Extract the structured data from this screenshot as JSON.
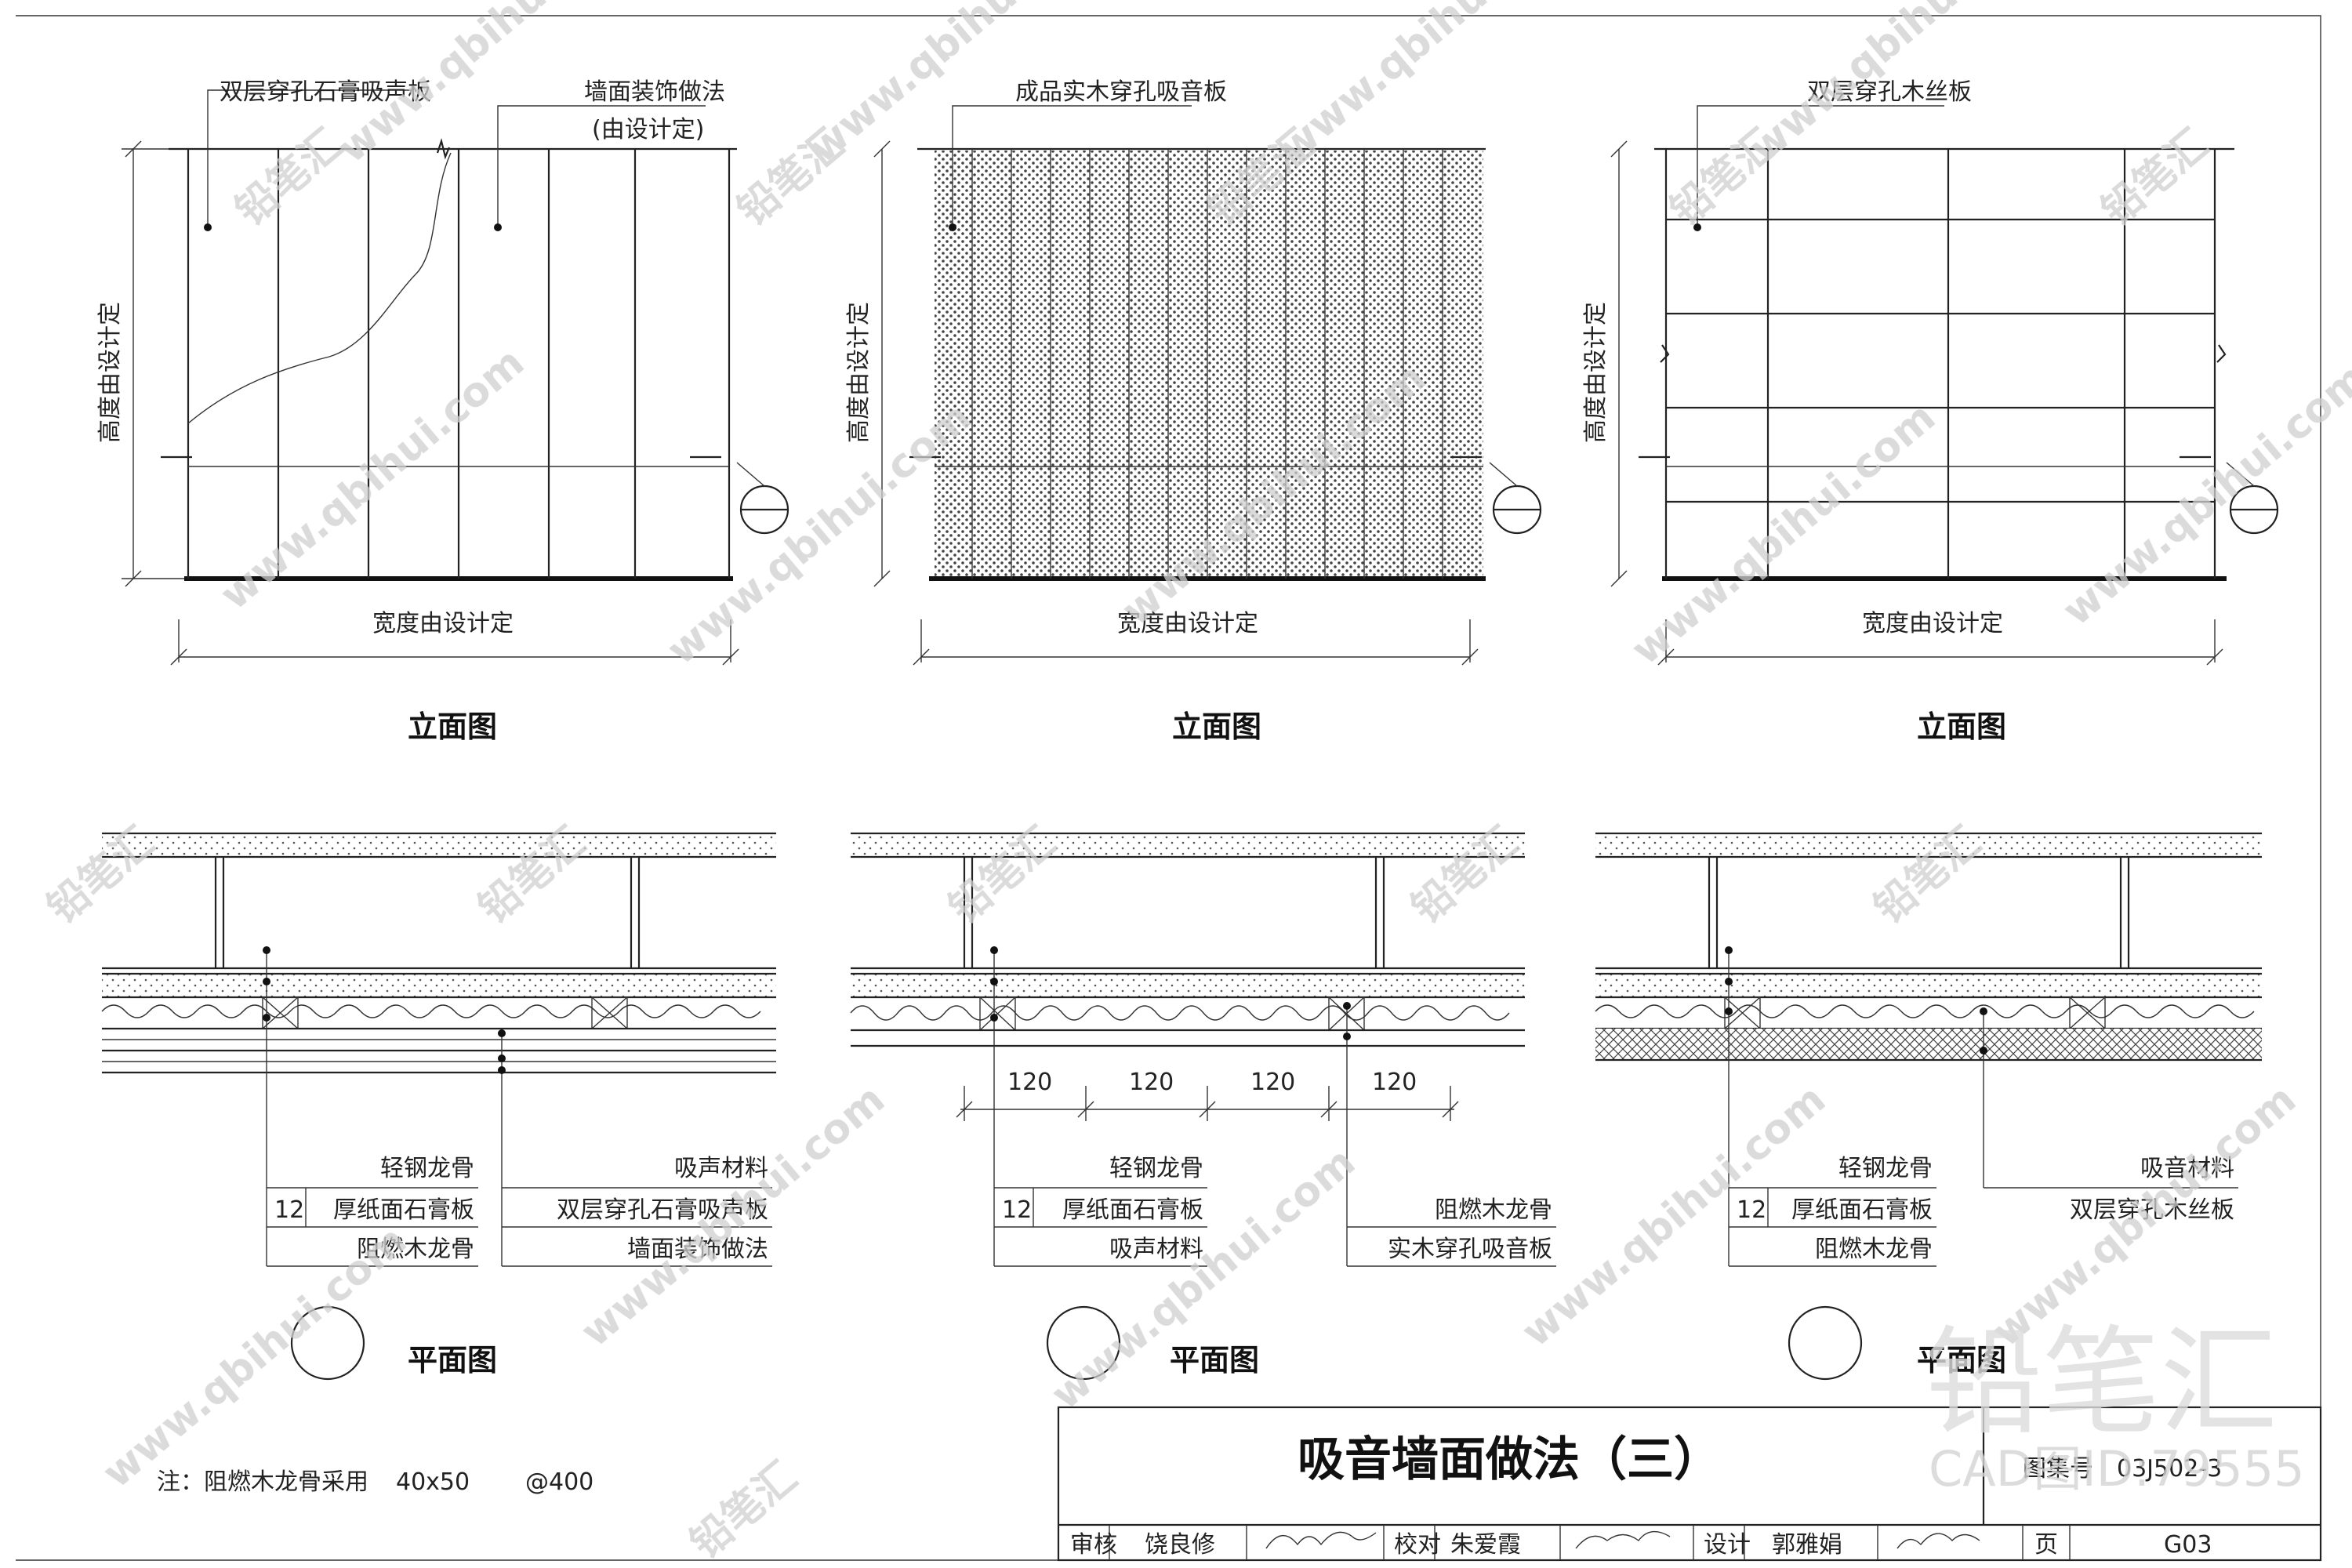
{
  "sheet": {
    "title": "吸音墙面做法（三）",
    "atlas_label": "图集号",
    "atlas_no": "03J502-3",
    "note_prefix": "注：阻燃木龙骨采用",
    "note_size": "40x50",
    "note_spacing": "@400",
    "titleblock": {
      "review_label": "审核",
      "review_name": "饶良修",
      "check_label": "校对",
      "check_name": "朱爱霞",
      "design_label": "设计",
      "design_name": "郭雅娟",
      "page_label": "页",
      "page_no": "G03"
    }
  },
  "watermarks": {
    "url": "www.qbihui.com",
    "brand": "铅笔汇",
    "brand_large": "铅笔汇",
    "cad_id": "CAD图ID:79555"
  },
  "common": {
    "elevation_caption": "立面图",
    "plan_caption": "平面图",
    "height_label": "高度由设计定",
    "width_label": "宽度由设计定"
  },
  "details": [
    {
      "elev_label_1": "双层穿孔石膏吸声板",
      "elev_label_2": "墙面装饰做法",
      "elev_label_2b": "(由设计定)",
      "plan_left": [
        "轻钢龙骨",
        "厚纸面石膏板",
        "阻燃木龙骨"
      ],
      "plan_left_num": "12",
      "plan_right": [
        "吸声材料",
        "双层穿孔石膏吸声板",
        "墙面装饰做法"
      ]
    },
    {
      "elev_label_1": "成品实木穿孔吸音板",
      "dims": [
        "120",
        "120",
        "120",
        "120"
      ],
      "plan_left": [
        "轻钢龙骨",
        "厚纸面石膏板",
        "吸声材料"
      ],
      "plan_left_num": "12",
      "plan_right": [
        "阻燃木龙骨",
        "实木穿孔吸音板"
      ]
    },
    {
      "elev_label_1": "双层穿孔木丝板",
      "plan_left": [
        "轻钢龙骨",
        "厚纸面石膏板",
        "阻燃木龙骨"
      ],
      "plan_left_num": "12",
      "plan_right": [
        "吸音材料",
        "双层穿孔木丝板"
      ]
    }
  ]
}
